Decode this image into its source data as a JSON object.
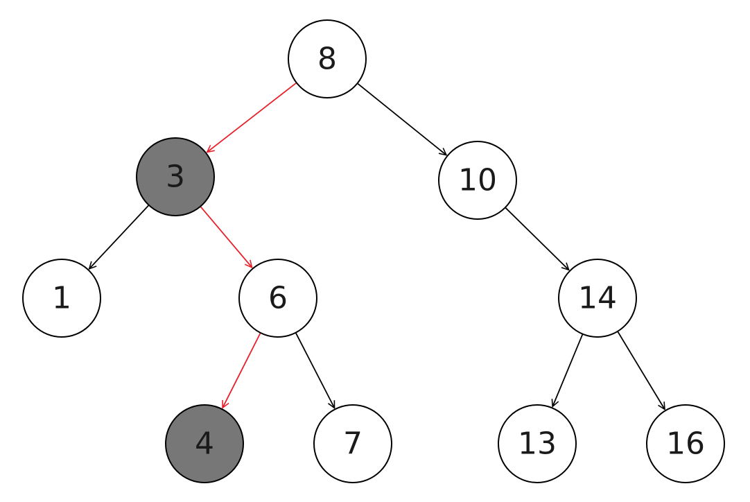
{
  "colors": {
    "background": "#ffffff",
    "node_fill": "#ffffff",
    "highlight_fill": "#777777",
    "outline": "#000000",
    "text": "#1a1a1a",
    "edge_default": "#000000",
    "edge_highlight": "#e8202a"
  },
  "tree": {
    "nodes": [
      {
        "id": "n8",
        "label": "8",
        "highlighted": false
      },
      {
        "id": "n3",
        "label": "3",
        "highlighted": true
      },
      {
        "id": "n10",
        "label": "10",
        "highlighted": false
      },
      {
        "id": "n1",
        "label": "1",
        "highlighted": false
      },
      {
        "id": "n6",
        "label": "6",
        "highlighted": false
      },
      {
        "id": "n14",
        "label": "14",
        "highlighted": false
      },
      {
        "id": "n4",
        "label": "4",
        "highlighted": true
      },
      {
        "id": "n7",
        "label": "7",
        "highlighted": false
      },
      {
        "id": "n13",
        "label": "13",
        "highlighted": false
      },
      {
        "id": "n16",
        "label": "16",
        "highlighted": false
      }
    ],
    "edges": [
      {
        "from": "n8",
        "to": "n3",
        "highlighted": true
      },
      {
        "from": "n8",
        "to": "n10",
        "highlighted": false
      },
      {
        "from": "n3",
        "to": "n1",
        "highlighted": false
      },
      {
        "from": "n3",
        "to": "n6",
        "highlighted": true
      },
      {
        "from": "n10",
        "to": "n14",
        "highlighted": false
      },
      {
        "from": "n6",
        "to": "n4",
        "highlighted": true
      },
      {
        "from": "n6",
        "to": "n7",
        "highlighted": false
      },
      {
        "from": "n14",
        "to": "n13",
        "highlighted": false
      },
      {
        "from": "n14",
        "to": "n16",
        "highlighted": false
      }
    ]
  }
}
